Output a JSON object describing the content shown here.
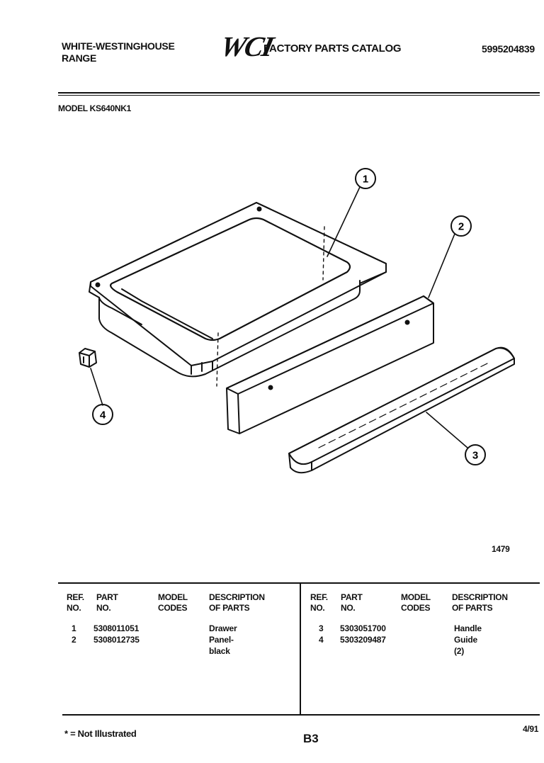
{
  "header": {
    "brand_line1": "WHITE-WESTINGHOUSE",
    "brand_line2": "RANGE",
    "logo_text": "WCI",
    "catalog_title": "FACTORY PARTS CATALOG",
    "catalog_number": "5995204839",
    "model_label": "MODEL KS640NK1"
  },
  "diagram": {
    "callouts": [
      "1",
      "2",
      "3",
      "4"
    ],
    "figure_number": "1479"
  },
  "table": {
    "columns": {
      "ref_line1": "REF.",
      "ref_line2": "NO.",
      "part_line1": "PART",
      "part_line2": "NO.",
      "model_line1": "MODEL",
      "model_line2": "CODES",
      "desc_line1": "DESCRIPTION",
      "desc_line2": "OF PARTS"
    },
    "left_rows": [
      {
        "ref": "1",
        "part": "5308011051",
        "codes": "",
        "desc": "Drawer"
      },
      {
        "ref": "2",
        "part": "5308012735",
        "codes": "",
        "desc": "Panel-black"
      }
    ],
    "right_rows": [
      {
        "ref": "3",
        "part": "5303051700",
        "codes": "",
        "desc": "Handle"
      },
      {
        "ref": "4",
        "part": "5303209487",
        "codes": "",
        "desc": "Guide (2)"
      }
    ]
  },
  "footer": {
    "note": "* = Not Illustrated",
    "page": "B3",
    "date": "4/91"
  }
}
